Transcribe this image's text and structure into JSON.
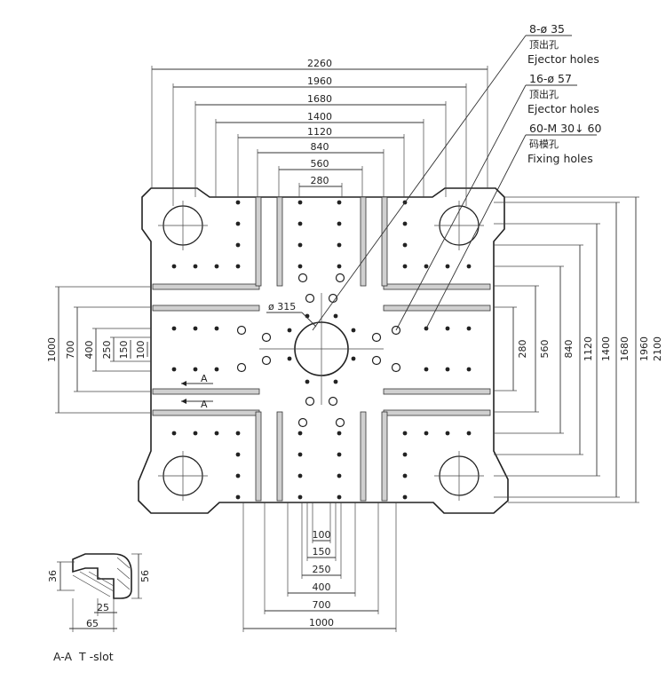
{
  "horizontal_dims": [
    "2260",
    "1960",
    "1680",
    "1400",
    "1120",
    "840",
    "560",
    "280"
  ],
  "right_dims": [
    "280",
    "560",
    "840",
    "1120",
    "1400",
    "1680",
    "1960",
    "2100"
  ],
  "left_dims": [
    "1000",
    "700",
    "400",
    "250",
    "150",
    "100"
  ],
  "bottom_dims": [
    "100",
    "150",
    "250",
    "400",
    "700",
    "1000"
  ],
  "callouts": [
    {
      "spec": "8-ø 35",
      "cn": "顶出孔",
      "en": "Ejector holes"
    },
    {
      "spec": "16-ø 57",
      "cn": "顶出孔",
      "en": "Ejector holes"
    },
    {
      "spec": "60-M 30↓ 60",
      "cn": "码模孔",
      "en": "Fixing holes"
    }
  ],
  "center_hole_label": "ø 315",
  "section_marks": [
    "A",
    "A"
  ],
  "tslot": {
    "h1": "36",
    "h2": "56",
    "w1": "25",
    "w2": "65",
    "caption": "A-A  T -slot"
  },
  "colors": {
    "slot_fill": "#d0d0d0",
    "line": "#333333"
  }
}
